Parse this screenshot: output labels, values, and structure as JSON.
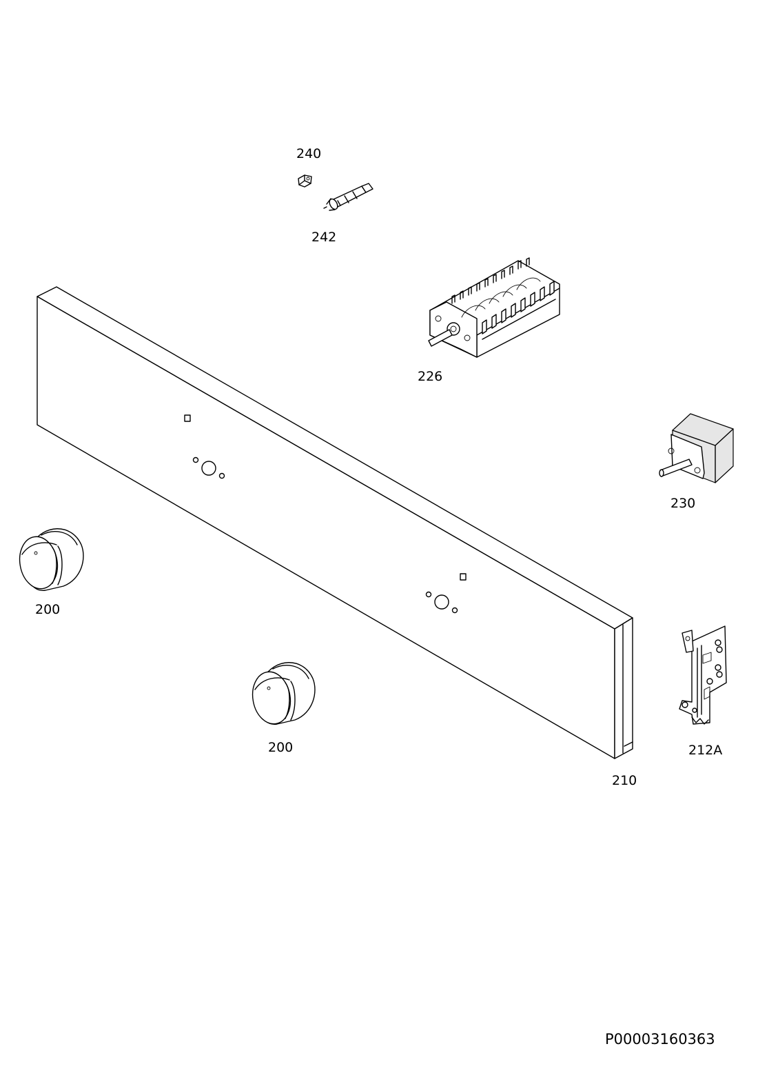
{
  "parts": [
    {
      "id": "signal-lamp-cap",
      "label": "240"
    },
    {
      "id": "signal-lamp",
      "label": "242"
    },
    {
      "id": "selector-switch",
      "label": "226"
    },
    {
      "id": "thermostat",
      "label": "230"
    },
    {
      "id": "knob-left",
      "label": "200"
    },
    {
      "id": "knob-center",
      "label": "200"
    },
    {
      "id": "control-panel",
      "label": "210"
    },
    {
      "id": "mounting-bracket",
      "label": "212A"
    }
  ],
  "reference_code": "P00003160363",
  "colors": {
    "line": "#000000",
    "background": "#ffffff",
    "shade": "#e6e6e6"
  }
}
